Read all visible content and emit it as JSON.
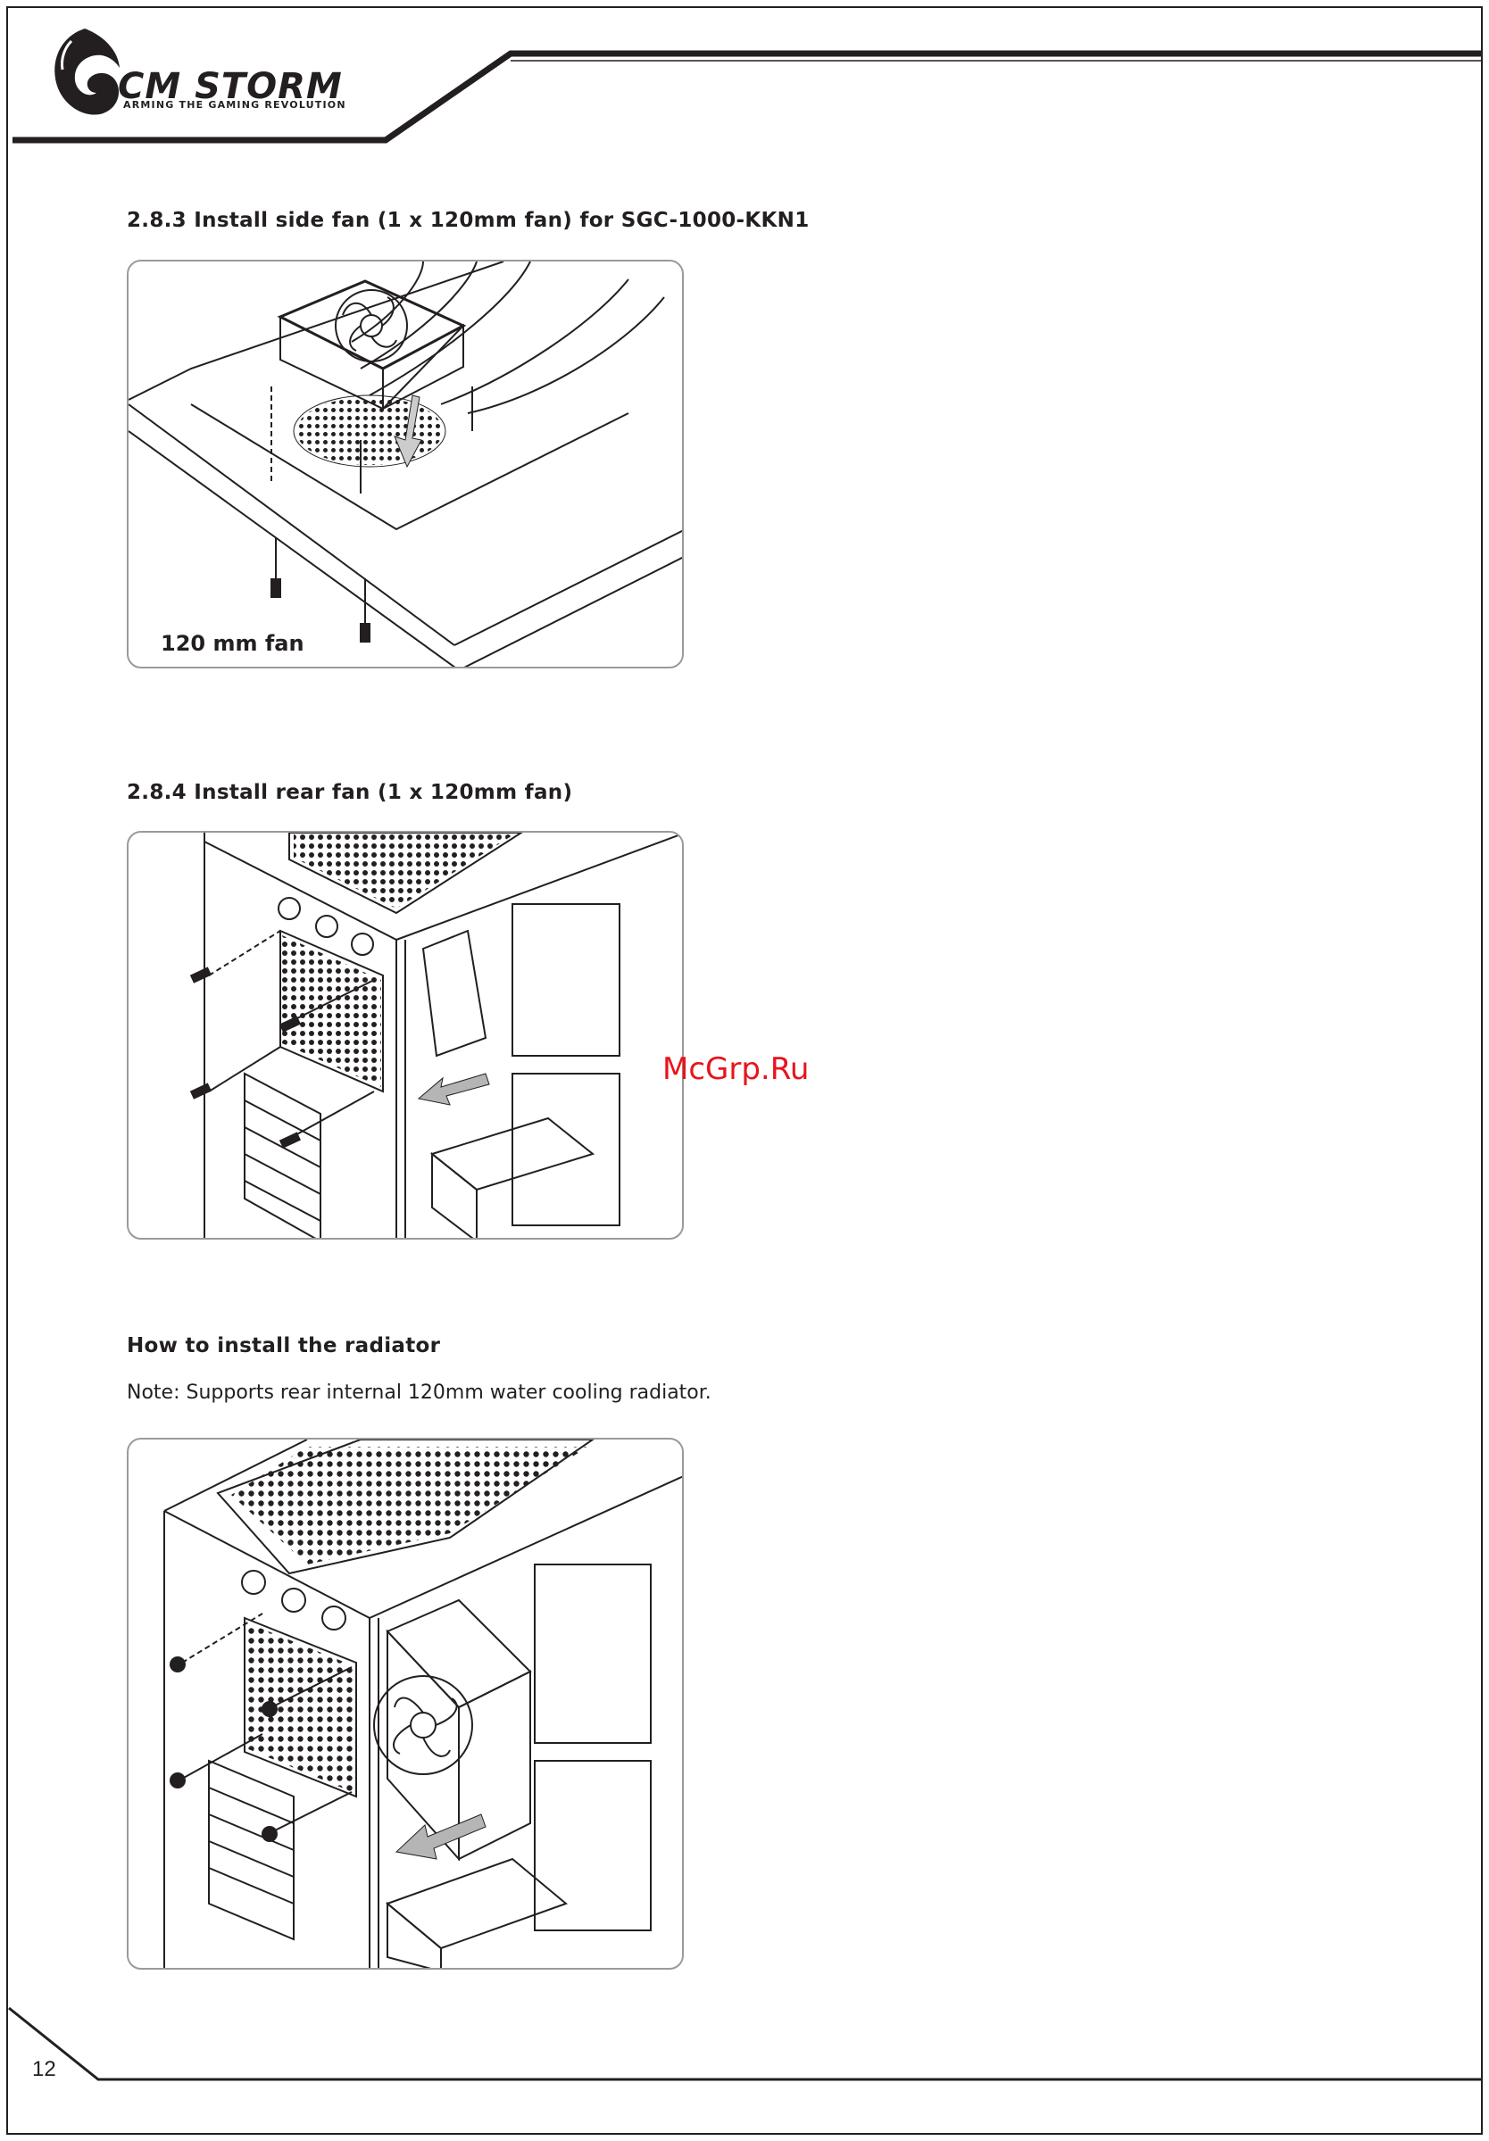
{
  "header": {
    "brand": "CM STORM",
    "tagline": "ARMING THE GAMING REVOLUTION"
  },
  "sections": [
    {
      "heading": "2.8.3 Install side fan (1 x 120mm fan) for SGC-1000-KKN1",
      "figure_label": "120 mm fan"
    },
    {
      "heading": "2.8.4 Install rear fan (1 x 120mm fan)"
    },
    {
      "heading": "How to install the radiator",
      "note": "Note: Supports rear internal 120mm water cooling radiator."
    }
  ],
  "watermark": "McGrp.Ru",
  "page_number": "12",
  "colors": {
    "ink": "#231f20",
    "figure_border": "#9a9a9a",
    "watermark": "#e8141c"
  }
}
